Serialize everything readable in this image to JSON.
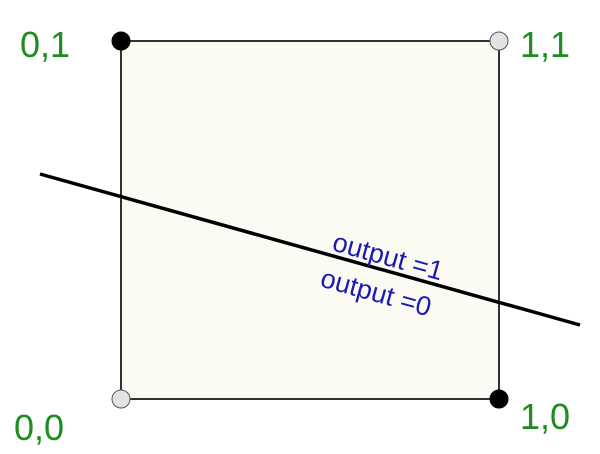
{
  "colors": {
    "square_fill": "#fbfbf3",
    "square_stroke": "#000000",
    "point_dark": "#000000",
    "point_light": "#e3e3e3",
    "corner_label": "#1e8c1e",
    "region_label": "#1a1ab4",
    "decision_line": "#000000"
  },
  "corners": {
    "top_left": {
      "label": "0,1",
      "point": "dark"
    },
    "top_right": {
      "label": "1,1",
      "point": "light"
    },
    "bottom_left": {
      "label": "0,0",
      "point": "light"
    },
    "bottom_right": {
      "label": "1,0",
      "point": "dark"
    }
  },
  "regions": {
    "above_line": "output =1",
    "below_line": "output =0"
  }
}
